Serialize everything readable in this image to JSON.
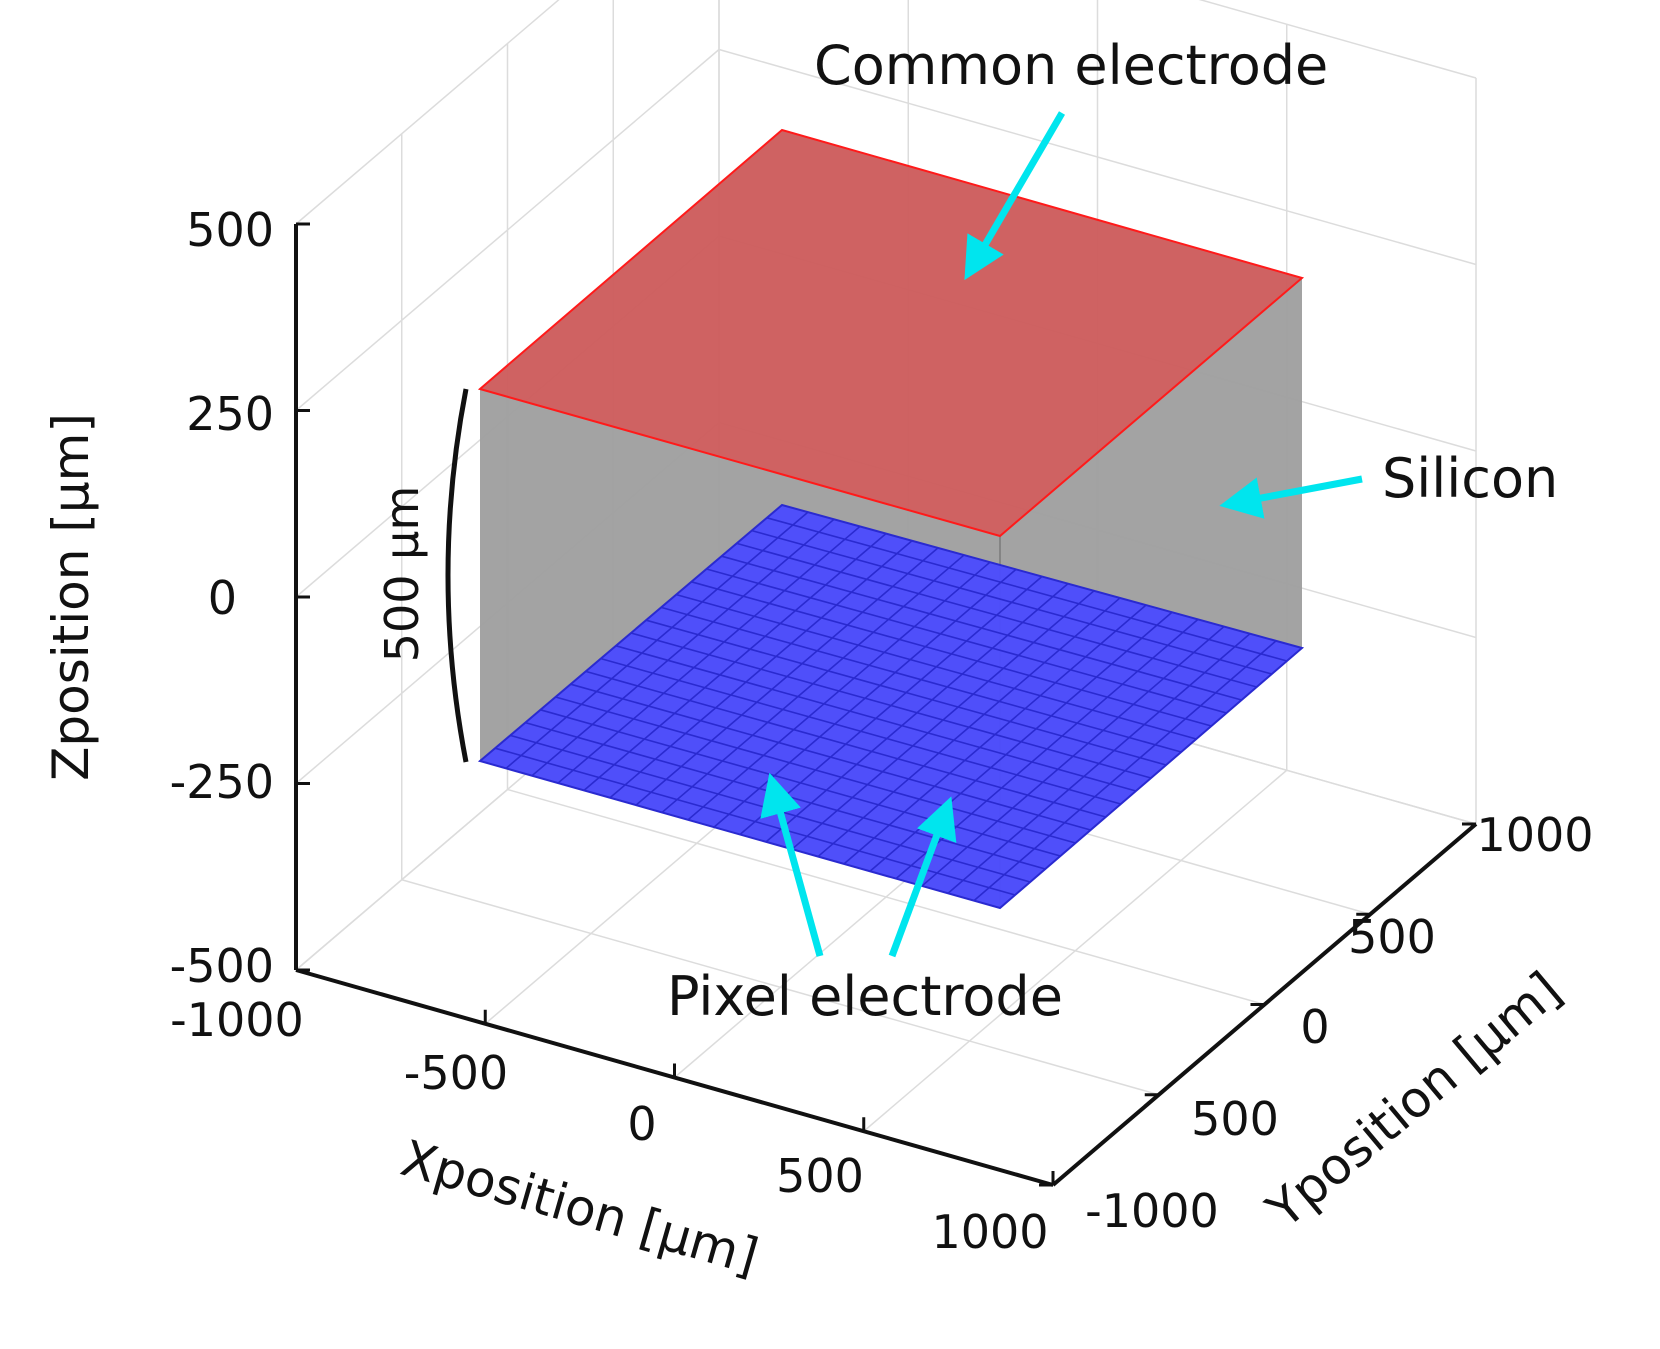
{
  "chart_data": {
    "type": "3d-box-diagram",
    "xlabel": "Xposition [µm]",
    "ylabel": "Yposition [µm]",
    "zlabel": "Zposition [µm]",
    "x_ticks": [
      "-1000",
      "-500",
      "0",
      "500",
      "1000"
    ],
    "y_ticks": [
      "-1000",
      "500",
      "0",
      "500",
      "1000"
    ],
    "z_ticks": [
      "500",
      "250",
      "0",
      "-250",
      "-500"
    ],
    "xlim": [
      -1000,
      1000
    ],
    "ylim": [
      -1000,
      1000
    ],
    "zlim": [
      -500,
      500
    ],
    "grid": true,
    "thickness_label": "500 µm",
    "regions": [
      {
        "name": "Common electrode",
        "z": 250,
        "color": "#cd5c5c"
      },
      {
        "name": "Silicon",
        "color": "#9e9e9e"
      },
      {
        "name": "Pixel electrode",
        "z": -250,
        "color": "#3333ff",
        "grid_cells": 20
      }
    ]
  },
  "annotations": {
    "common_electrode": "Common electrode",
    "silicon": "Silicon",
    "pixel_electrode": "Pixel electrode"
  },
  "colors": {
    "top_face": "#cd5c5c",
    "top_edge": "#ff1a1a",
    "side_face": "#9e9e9e",
    "pixel_face": "#4b4bff",
    "pixel_line": "#2a2ad0",
    "arrow": "#00e5ee",
    "axis": "#111111",
    "grid": "#dcdcdc"
  }
}
